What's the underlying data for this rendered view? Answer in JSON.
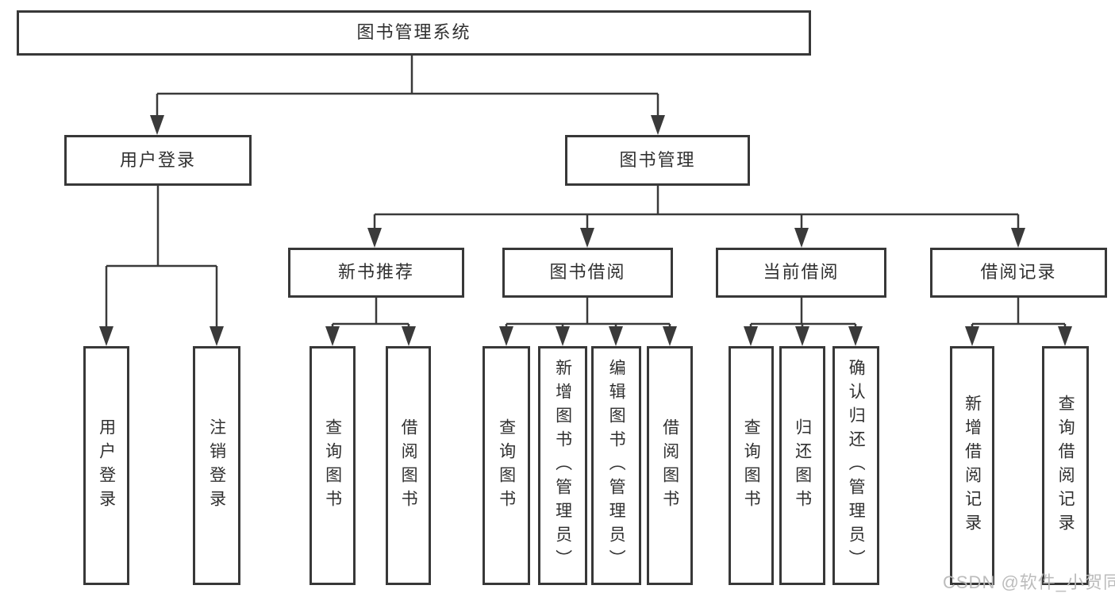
{
  "tree": {
    "root": {
      "label": "图书管理系统",
      "children": [
        {
          "label": "用户登录",
          "children": [
            {
              "label": "用户登录"
            },
            {
              "label": "注销登录"
            }
          ]
        },
        {
          "label": "图书管理",
          "children": [
            {
              "label": "新书推荐",
              "children": [
                {
                  "label": "查询图书"
                },
                {
                  "label": "借阅图书"
                }
              ]
            },
            {
              "label": "图书借阅",
              "children": [
                {
                  "label": "查询图书"
                },
                {
                  "label": "新增图书（管理员）"
                },
                {
                  "label": "编辑图书（管理员）"
                },
                {
                  "label": "借阅图书"
                }
              ]
            },
            {
              "label": "当前借阅",
              "children": [
                {
                  "label": "查询图书"
                },
                {
                  "label": "归还图书"
                },
                {
                  "label": "确认归还（管理员）"
                }
              ]
            },
            {
              "label": "借阅记录",
              "children": [
                {
                  "label": "新增借阅记录"
                },
                {
                  "label": "查询借阅记录"
                }
              ]
            }
          ]
        }
      ]
    }
  },
  "watermark": {
    "text": "CSDN @软件_小贺同学"
  },
  "colors": {
    "line": "#3a3a3a",
    "border": "#383838",
    "text": "#303030",
    "watermark": "#b8b8b8",
    "background": "#ffffff"
  }
}
